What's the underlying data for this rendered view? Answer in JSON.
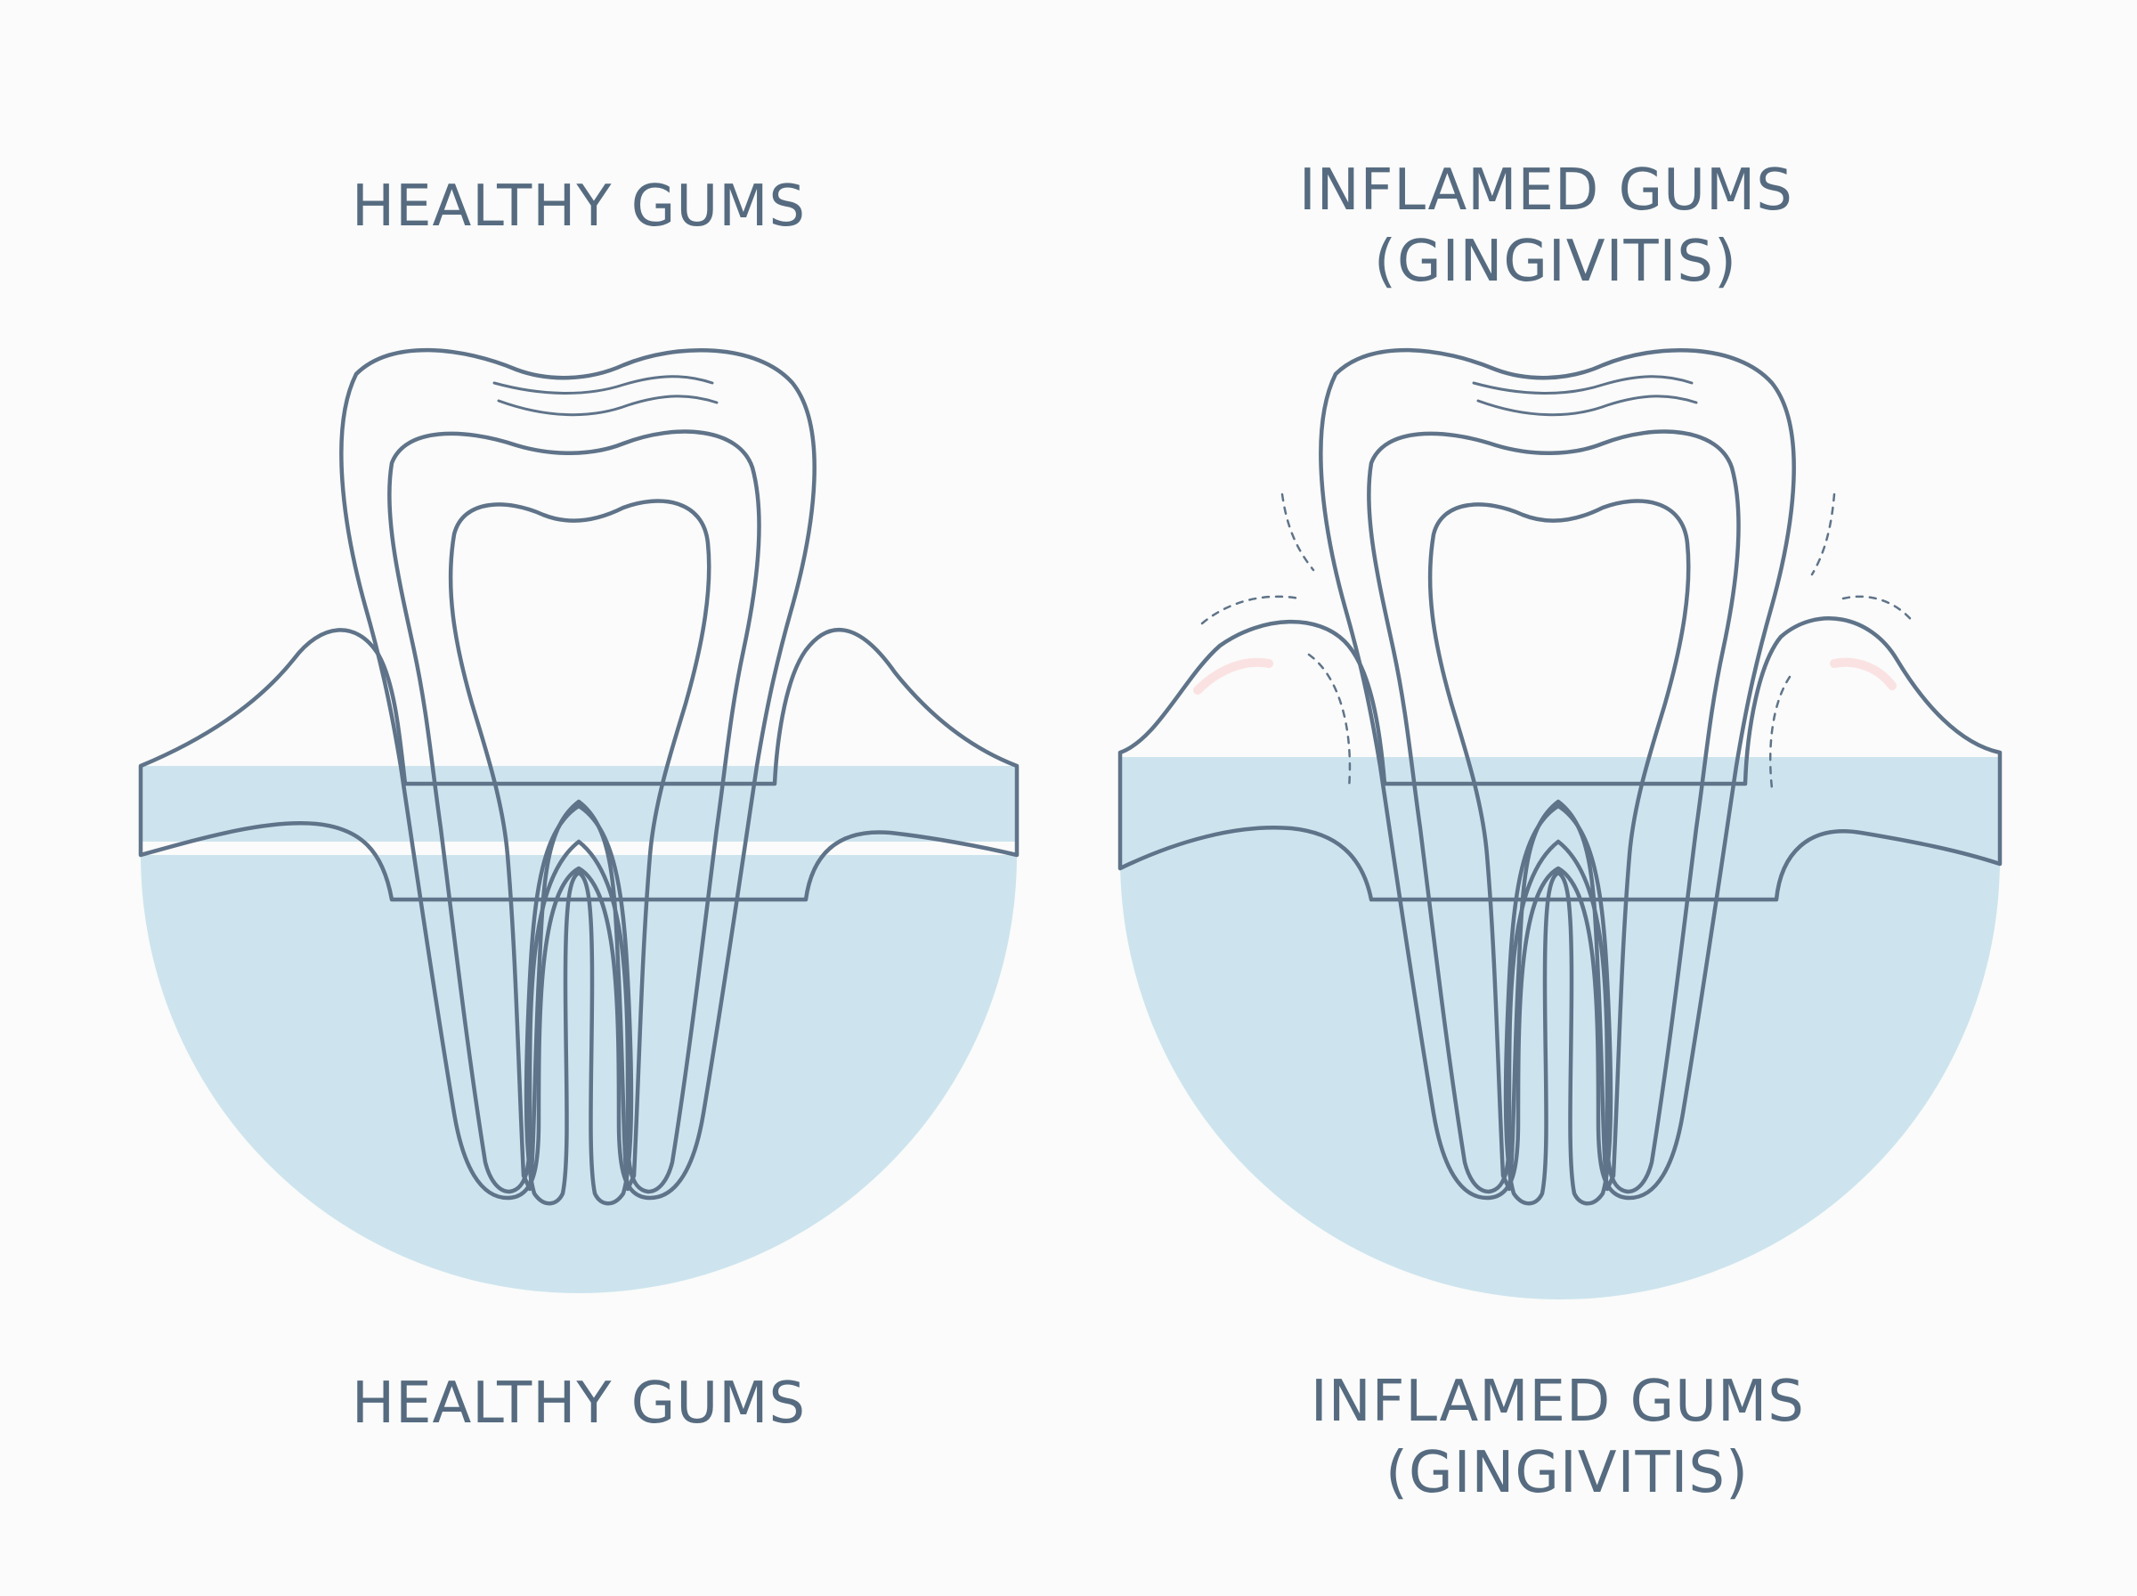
{
  "panels": [
    {
      "id": "healthy",
      "top_label": [
        "HEALTHY GUMS"
      ],
      "bottom_label": [
        "HEALTHY GUMS"
      ]
    },
    {
      "id": "inflamed",
      "top_label": [
        "INFLAMED GUMS",
        "(GINGIVITIS)"
      ],
      "bottom_label": [
        "INFLAMED GUMS",
        "(GINGIVITIS)"
      ]
    }
  ],
  "colors": {
    "background": "#fafbfa",
    "bone": "#cde4ee",
    "gum_healthy": "#f3cccb",
    "gum_inflamed": "#ec9d9d",
    "enamel": "#e4f0f7",
    "dentin": "#deeee3",
    "pulp": "#bfe3cc",
    "outline": "#5f7389",
    "text": "#566b80"
  }
}
